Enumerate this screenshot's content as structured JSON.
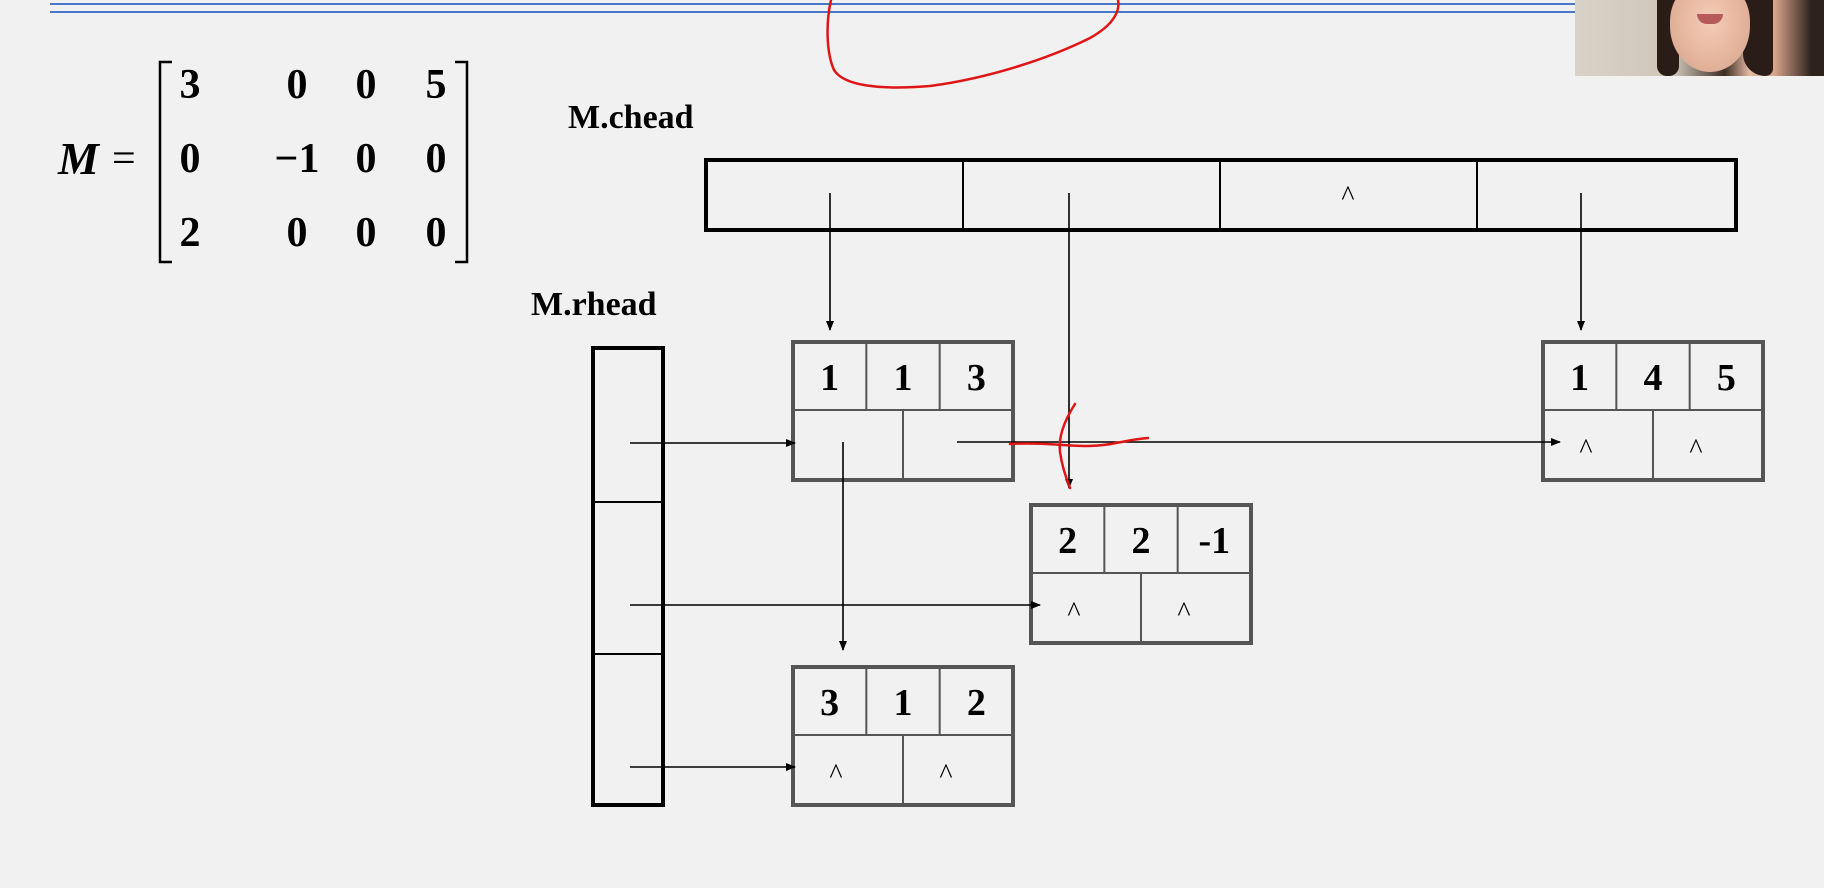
{
  "slide": {
    "matrix": {
      "name": "M",
      "equals": "=",
      "rows": [
        [
          "3",
          "0",
          "0",
          "5"
        ],
        [
          "0",
          "−1",
          "0",
          "0"
        ],
        [
          "2",
          "0",
          "0",
          "0"
        ]
      ]
    },
    "chead": {
      "label": "M.chead",
      "cells": [
        "",
        "",
        "^",
        ""
      ]
    },
    "rhead": {
      "label": "M.rhead"
    },
    "nodes": [
      {
        "i": "1",
        "j": "1",
        "e": "3",
        "right": "",
        "down": ""
      },
      {
        "i": "1",
        "j": "4",
        "e": "5",
        "right": "^",
        "down": "^"
      },
      {
        "i": "2",
        "j": "2",
        "e": "-1",
        "right": "^",
        "down": "^"
      },
      {
        "i": "3",
        "j": "1",
        "e": "2",
        "right": "^",
        "down": "^"
      }
    ],
    "annotation_color": "#e01515",
    "rule_color": "#4a78c8"
  }
}
